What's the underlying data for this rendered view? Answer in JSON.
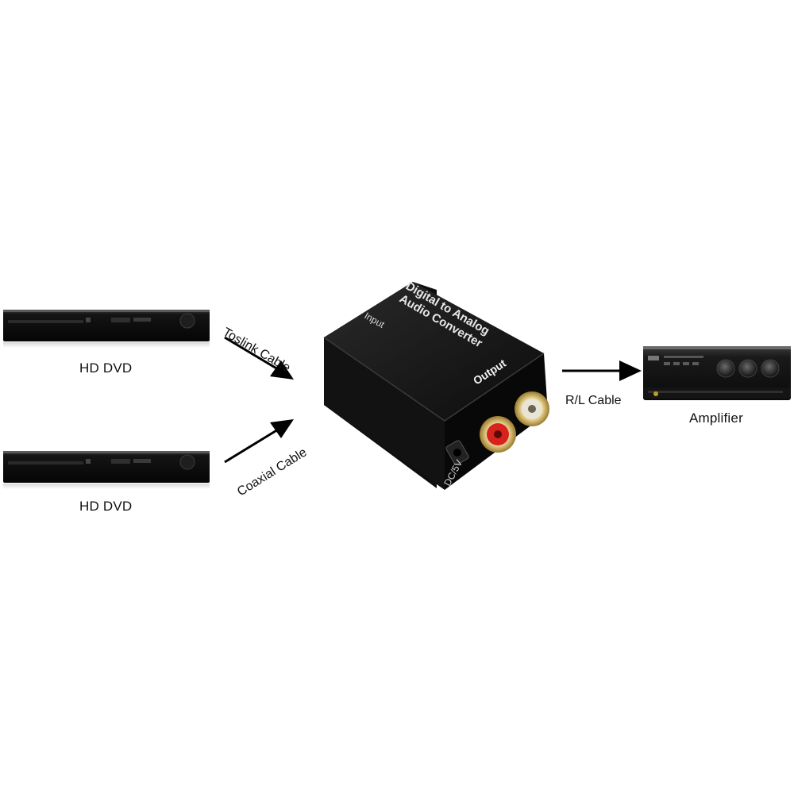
{
  "devices": {
    "dvd_top": {
      "label": "HD DVD"
    },
    "dvd_bottom": {
      "label": "HD DVD"
    },
    "converter": {
      "title_line1": "Digital to Analog",
      "title_line2": "Audio Converter",
      "input_label": "Input",
      "output_label": "Output",
      "power_label": "DC/5V"
    },
    "amplifier": {
      "label": "Amplifier"
    }
  },
  "cables": {
    "toslink": "Toslink Cable",
    "coaxial": "Coaxial Cable",
    "rl": "R/L Cable"
  },
  "colors": {
    "background": "#ffffff",
    "device_body": "#111111",
    "arrow": "#000000",
    "rca_red": "#d8221c",
    "rca_white": "#e8e4d6",
    "gold": "#c9a445"
  }
}
